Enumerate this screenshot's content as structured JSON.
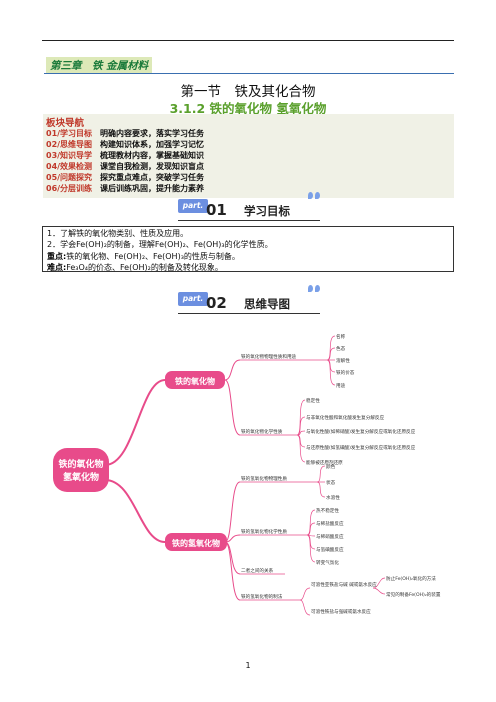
{
  "header": {
    "chapter": "第三章　铁 金属材料",
    "title": "第一节　铁及其化合物",
    "subtitle": "3.1.2  铁的氧化物  氢氧化物"
  },
  "nav": {
    "heading": "板块导航",
    "items": [
      {
        "key": "01/学习目标",
        "value": "明确内容要求，落实学习任务"
      },
      {
        "key": "02/思维导图",
        "value": "构建知识体系，加强学习记忆"
      },
      {
        "key": "03/知识导学",
        "value": "梳理教材内容，掌握基础知识"
      },
      {
        "key": "04/效果检测",
        "value": "课堂自我检测，发现知识盲点"
      },
      {
        "key": "05/问题探究",
        "value": "探究重点难点，突破学习任务"
      },
      {
        "key": "06/分层训练",
        "value": "课后训练巩固，提升能力素养"
      }
    ]
  },
  "parts": [
    {
      "tab": "part.",
      "num": "01",
      "label": "学习目标"
    },
    {
      "tab": "part.",
      "num": "02",
      "label": "思维导图"
    }
  ],
  "goals": {
    "line1": "1．了解铁的氧化物类别、性质及应用。",
    "line2": "2．学会Fe(OH)₂的制备，理解Fe(OH)₂、Fe(OH)₃的化学性质。",
    "line3_key": "重点:",
    "line3": "铁的氧化物、Fe(OH)₂、Fe(OH)₃的性质与制备。",
    "line4_key": "难点:",
    "line4": "Fe₃O₄的价态、Fe(OH)₂的制备及转化现象。"
  },
  "mindmap": {
    "root": "铁的氧化物\n氢氧化物",
    "branch1": "铁的氧化物",
    "branch2": "铁的氢氧化物",
    "b1_sub1": "铁的氧化物物理性质和用途",
    "b1_sub1_leaves": [
      "名称",
      "色态",
      "溶解性",
      "铁的价态",
      "用途"
    ],
    "b1_sub2": "铁的氧化物化学性质",
    "b1_sub2_leaves": [
      "稳定性",
      "与非氧化性酸和氧化酸发生复分解反应",
      "与氧化性酸(如稀硝酸)发生复分解反应或氧化还原反应",
      "与还原性酸(如氢碘酸)发生复分解反应或氧化还原反应",
      "能够被还原剂还原"
    ],
    "b2_sub1": "铁的氢氧化物物理性质",
    "b2_sub1_leaves": [
      "颜色",
      "状态",
      "水溶性"
    ],
    "b2_sub2": "铁的氢氧化物化学性质",
    "b2_sub2_leaves": [
      "热不稳定性",
      "与稀盐酸反应",
      "与稀硝酸反应",
      "与氢碘酸反应",
      "转变气氛化"
    ],
    "b2_sub3": "二者之间的关系",
    "b2_sub4": "铁的氢氧化物的制法",
    "b2_sub4_leaves": [
      "可溶性亚铁盐与碱 碱或氨水反应",
      "可溶性铁盐与强碱或氨水反应"
    ],
    "b2_sub4_leaf1_children": [
      "防止Fe(OH)₂氧化的方法",
      "常见的制备Fe(OH)₂的装置"
    ]
  },
  "colors": {
    "accent": "#e84b8a",
    "green": "#5aa02c",
    "red": "#c0392b",
    "partBlue": "#6c8fe0"
  },
  "footer": {
    "page": "1"
  }
}
